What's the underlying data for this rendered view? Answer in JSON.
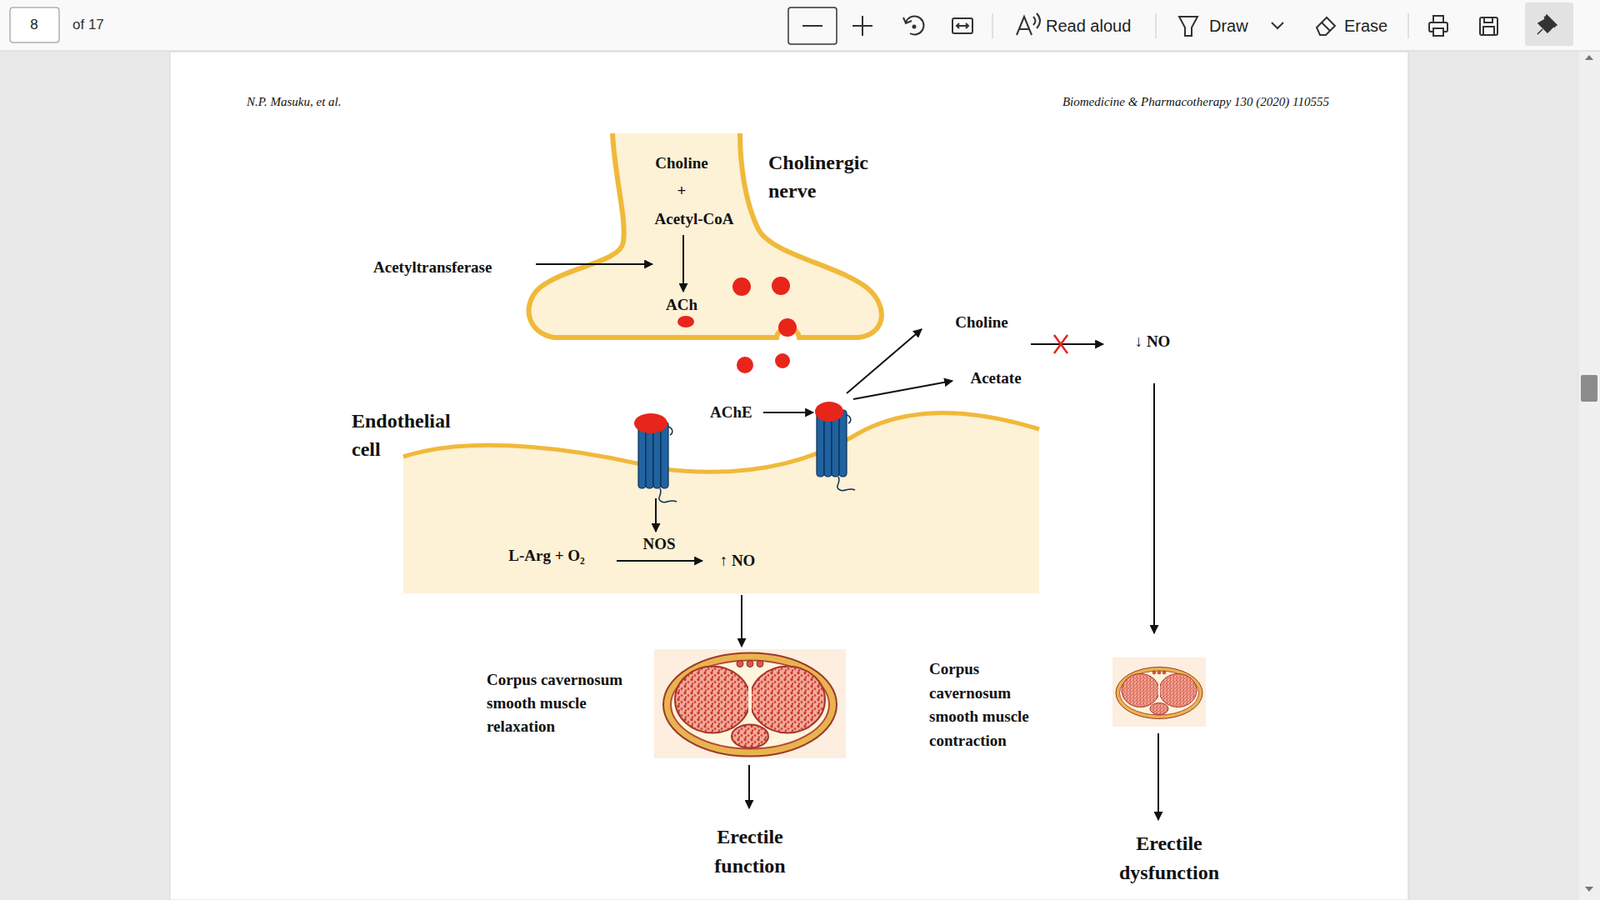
{
  "diagram": {
    "nodes": [
      {
        "text": [
          "Cholinergic nerve",
          "Choline",
          "+",
          "Acetyl-CoA",
          "ACh"
        ]
      },
      {
        "text": [
          "Endothelial cell",
          "L-Arg + O₂",
          "NOS",
          "↑ NO"
        ]
      },
      {
        "text": [
          "Corpus cavernosum smooth muscle relaxation"
        ]
      },
      {
        "text": [
          "Corpus cavernosum smooth muscle contraction"
        ]
      }
    ],
    "edges": [
      {
        "from": 1,
        "to": 2,
        "arrow": "to"
      }
    ],
    "labels": [
      "8",
      "of 17",
      "Read aloud",
      "Draw",
      "Erase",
      "N.P. Masuku, et al.",
      "Biomedicine & Pharmacotherapy 130 (2020) 110555",
      "Acetyltransferase",
      "AChE",
      "Choline",
      "Acetate",
      "↓ NO",
      "Erectile function",
      "Erectile dysfunction"
    ]
  }
}
